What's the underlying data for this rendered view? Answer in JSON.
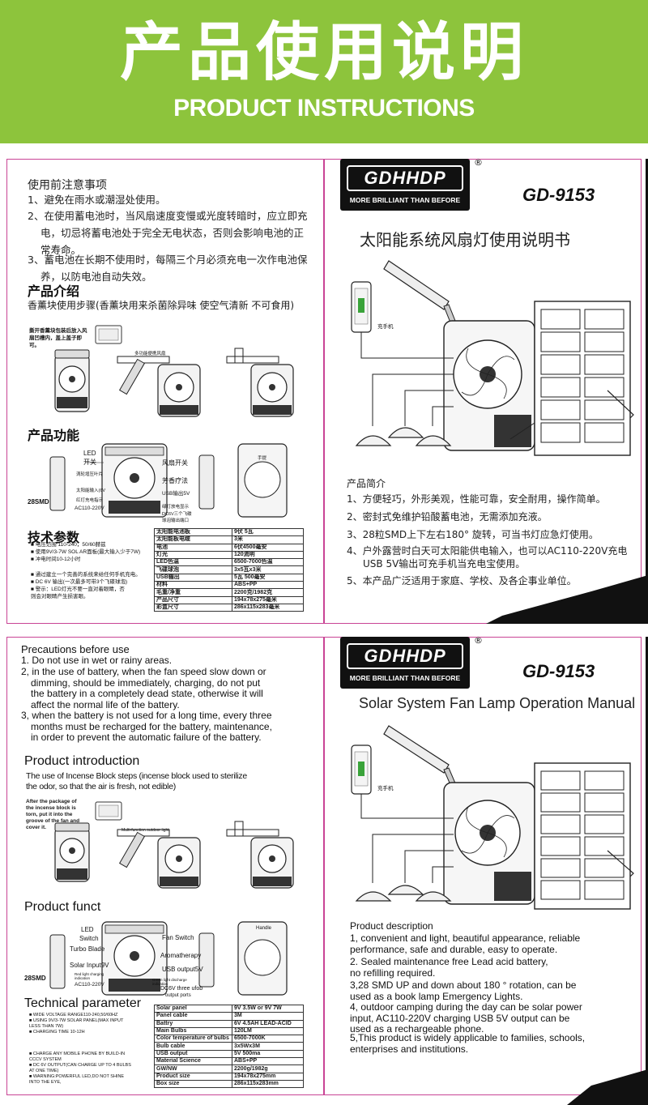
{
  "header": {
    "title_cn": "产品使用说明",
    "title_en": "PRODUCT INSTRUCTIONS"
  },
  "colors": {
    "header_bg": "#8dc43c",
    "frame": "#c94495",
    "ink": "#111111"
  },
  "brand": {
    "name": "GDHHDP",
    "slogan": "MORE BRILLIANT THAN BEFORE",
    "reg": "®",
    "model": "GD-9153"
  },
  "cn": {
    "precautions_title": "使用前注意事项",
    "precautions": [
      "1、避免在雨水或潮湿处使用。",
      "2、在使用蓄电池时，当风扇速度变慢或光度转暗时，应立即充电，切忌将蓄电池处于完全无电状态，否则会影响电池的正常寿命。",
      "3、蓄电池在长期不使用时，每隔三个月必须充电一次作电池保养，以防电池自动失效。"
    ],
    "intro_title": "产品介绍",
    "intro_text": "香薰块使用步骤(香薰块用来杀菌除异味 使空气清新 不可食用)",
    "step_note": "撕开香薰块包装后放入风扇凹槽内，盖上盖子即可。",
    "step_label": "多功能便携风扇",
    "function_title": "产品功能",
    "func_labels": {
      "led": "LED",
      "led2": "开关",
      "blade": "涡轮增压叶片",
      "solar": "太阳能输入(6V",
      "smd": "28SMD",
      "chargeind": "红灯充电指示",
      "ac": "AC110-220V",
      "fan": "风扇开关",
      "aroma": "芳香疗法",
      "usb": "USB输出5V",
      "green": "绿灯放电显示",
      "dc": "DC6V三个飞碟",
      "dc2": "球泡输出端口",
      "handle": "手提"
    },
    "tech_title": "技术参数",
    "tech_bullets": [
      "■ 电压范围 110-240，50/60赫兹",
      "■ 使用9V/3-7W SOL AR面板(最大输入少于7W)",
      "■ 冲电时间10-12小时"
    ],
    "tech_bullets2": [
      "■ 通过建立一个完善的系统来给任何手机充电。",
      "■ DC 6V 输出(一次最多可带3个飞碟球泡)",
      "■ 警示：LED灯光不要一直对着眼睛，否则会对眼睛产生损害眼。"
    ],
    "specs": [
      [
        "太阳能电池板",
        "9伏 5瓦"
      ],
      [
        "太阳能板电缆",
        "3米"
      ],
      [
        "电池",
        "6伏4500毫安"
      ],
      [
        "灯光",
        "120流明"
      ],
      [
        "LED色温",
        "6500-7000色温"
      ],
      [
        "飞碟球泡",
        "3x5瓦x3米"
      ],
      [
        "USB输出",
        "5瓦 500毫安"
      ],
      [
        "材料",
        "ABS+PP"
      ],
      [
        "毛重/净重",
        "2200克/1982克"
      ],
      [
        "产品尺寸",
        "194x78x275毫米"
      ],
      [
        "彩盒尺寸",
        "286x115x283毫米"
      ]
    ],
    "manual_title": "太阳能系统风扇灯使用说明书",
    "phone_label": "充手机",
    "desc_title": "产品简介",
    "desc": [
      "1、方便轻巧，外形美观，性能可靠，安全耐用，操作简单。",
      "2、密封式免维护铅酸蓄电池，无需添加充液。",
      "3、28粒SMD上下左右180° 旋转，可当书灯应急灯使用。",
      "4、户外露营时白天可太阳能供电输入，也可以AC110-220V充电USB 5V输出可充手机当充电宝使用。",
      "5、本产品广泛适用于家庭、学校、及各企事业单位。"
    ]
  },
  "en": {
    "precautions_title": "Precautions before use",
    "precautions": [
      "1. Do not use in wet or rainy areas.",
      "2, in the use of battery, when the fan speed slow down or dimming, should be immediately, charging, do not put the battery in a completely dead state, otherwise it will affect the normal life of the battery.",
      "3, when the battery is not used for a long time, every three months must be recharged for the battery, maintenance, in order to prevent the automatic failure of the battery."
    ],
    "intro_title": "Product introduction",
    "intro_text": "The use of Incense Block steps (incense block used to sterilize the odor, so that the air is fresh, not edible)",
    "step_note": "After the package of the incense block is torn, put it into the groove of the fan and cover it.",
    "step_label": "Multi-function outdoor light",
    "function_title": "Product funct",
    "func_labels": {
      "led": "LED",
      "led2": "Switch",
      "blade": "Turbo Blade",
      "solar": "Solar Input9V",
      "redlight": "Red light charging indication",
      "smd": "28SMD",
      "ac": "AC110-220V",
      "fan": "Fan Switch",
      "aroma": "Aromatherapy",
      "usb": "USB output5V",
      "green": "Green light discharge indication",
      "dc": "DC6V three ufob",
      "dc2": "output ports",
      "handle": "Handle"
    },
    "tech_title": "Technical parameter",
    "tech_bullets": [
      "■ WIDE VOLTAGE RANGE110-240,50/60HZ",
      "■ USING 9V/3-7W SOLAR PANEL(MAX INPUT",
      "   LESS THAN 7W)",
      "■ CHARGING TIME 10-12H"
    ],
    "tech_bullets2": [
      "■ CHARGE ANY MOBILE PHONE BY BUILD-IN",
      "   CCCV SYSTEM",
      "■ DC 6V OUTPUT(CAN CHARGE UP TO 4 BULBS",
      "   AT ONE TIME)",
      "■ WARNING:POWERFUL LED,DO NOT SHINE",
      "   INTO THE EYE,"
    ],
    "specs": [
      [
        "Solar panel",
        "9V 3.5W or 9V 7W"
      ],
      [
        "Panel cable",
        "3M"
      ],
      [
        "Battry",
        "6V 4.5AH LEAD-ACID"
      ],
      [
        "Main Bulbs",
        "120LM"
      ],
      [
        "Color temperature of bulbs",
        "6500-7000K"
      ],
      [
        "Bulb cable",
        "3x5Wx3M"
      ],
      [
        "USB output",
        "5V 500ma"
      ],
      [
        "Material Science",
        "ABS+PP"
      ],
      [
        "GW/NW",
        "2200g/1982g"
      ],
      [
        "Product size",
        "194x78x275mm"
      ],
      [
        "Box size",
        "286x115x283mm"
      ]
    ],
    "manual_title": "Solar System Fan Lamp Operation Manual",
    "phone_label": "充手机",
    "desc_title": "Product description",
    "desc": [
      "1, convenient and light, beautiful appearance, reliable performance, safe and durable, easy to operate.",
      "2. Sealed maintenance free Lead acid battery, no refilling required.",
      "3,28 SMD UP and down about 180 ° rotation, can be used as a book lamp Emergency Lights.",
      "4, outdoor camping during the day can be solar power input, AC110-220V charging USB 5V output can be used as a rechargeable phone.",
      "5,This product is widely applicable to families, schools, enterprises and institutions."
    ]
  }
}
